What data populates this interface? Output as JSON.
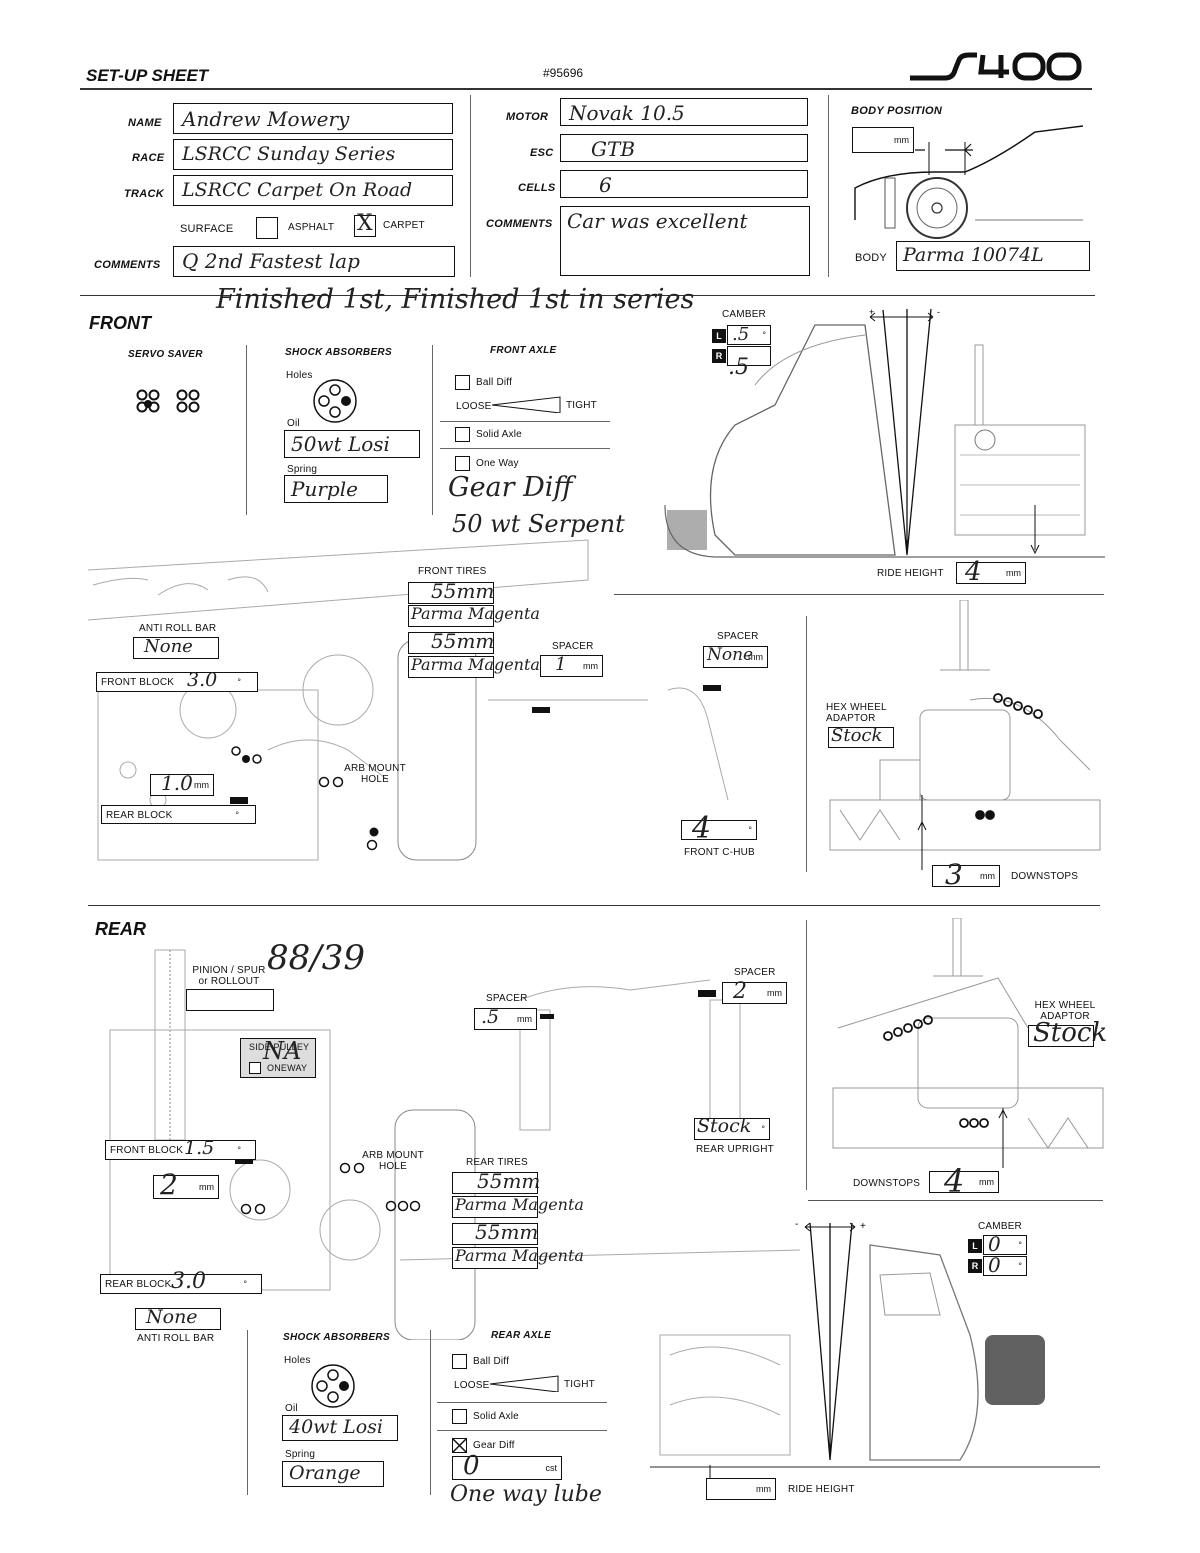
{
  "header": {
    "title": "SET-UP SHEET",
    "part_number": "#95696",
    "logo_text": "S400"
  },
  "info": {
    "name_label": "NAME",
    "name_value": "Andrew Mowery",
    "race_label": "RACE",
    "race_value": "LSRCC Sunday Series",
    "track_label": "TRACK",
    "track_value": "LSRCC Carpet On Road",
    "surface_label": "SURFACE",
    "asphalt_label": "ASPHALT",
    "carpet_label": "CARPET",
    "carpet_mark": "X",
    "comments_label": "COMMENTS",
    "comments_value": "Q 2nd Fastest lap",
    "motor_label": "MOTOR",
    "motor_value": "Novak 10.5",
    "esc_label": "ESC",
    "esc_value": "GTB",
    "cells_label": "CELLS",
    "cells_value": "6",
    "comments2_label": "COMMENTS",
    "comments2_value": "Car was excellent",
    "body_position_label": "BODY POSITION",
    "body_position_unit": "mm",
    "body_label": "BODY",
    "body_value": "Parma 10074L",
    "finish_note": "Finished 1st, Finished 1st in series"
  },
  "front": {
    "section_title": "FRONT",
    "servo_saver_label": "SERVO SAVER",
    "shock_absorbers_label": "SHOCK ABSORBERS",
    "holes_label": "Holes",
    "oil_label": "Oil",
    "oil_value": "50wt Losi",
    "spring_label": "Spring",
    "spring_value": "Purple",
    "front_axle_label": "FRONT AXLE",
    "ball_diff_label": "Ball Diff",
    "loose_label": "LOOSE",
    "tight_label": "TIGHT",
    "solid_axle_label": "Solid Axle",
    "one_way_label": "One Way",
    "gear_diff_note": "Gear Diff",
    "gear_diff_oil_note": "50 wt Serpent",
    "camber_label": "CAMBER",
    "camber_l": ".5",
    "camber_r": ".5",
    "camber_unit": "°",
    "ride_height_label": "RIDE HEIGHT",
    "ride_height_value": "4",
    "ride_height_unit": "mm",
    "front_tires_label": "FRONT TIRES",
    "tire_l_size": "55mm",
    "tire_l_brand": "Parma Magenta",
    "tire_r_size": "55mm",
    "tire_r_brand": "Parma Magenta",
    "spacer1_label": "SPACER",
    "spacer1_value": "1",
    "spacer1_unit": "mm",
    "spacer2_label": "SPACER",
    "spacer2_value": "None",
    "spacer2_unit": "mm",
    "anti_roll_bar_label": "ANTI ROLL BAR",
    "anti_roll_bar_value": "None",
    "front_block_label": "FRONT BLOCK",
    "front_block_value": "3.0",
    "rear_block_label": "REAR BLOCK",
    "block_spacer_value": "1.0",
    "block_spacer_unit": "mm",
    "arb_mount_label": "ARB MOUNT HOLE",
    "hex_adaptor_label": "HEX WHEEL ADAPTOR",
    "hex_adaptor_value": "Stock",
    "chub_label": "FRONT C-HUB",
    "chub_value": "4",
    "downstops_label": "DOWNSTOPS",
    "downstops_value": "3",
    "downstops_unit": "mm",
    "degree": "°"
  },
  "rear": {
    "section_title": "REAR",
    "pinion_label": "PINION / SPUR or ROLLOUT",
    "pinion_value": "88/39",
    "side_pulley_label": "SIDE PULLEY",
    "side_pulley_value": "NA",
    "oneway_label": "ONEWAY",
    "spacer1_label": "SPACER",
    "spacer1_value": ".5",
    "spacer1_unit": "mm",
    "spacer2_label": "SPACER",
    "spacer2_value": "2",
    "spacer2_unit": "mm",
    "hex_adaptor_label": "HEX WHEEL ADAPTOR",
    "hex_adaptor_value": "Stock",
    "rear_upright_label": "REAR UPRIGHT",
    "rear_upright_value": "Stock",
    "front_block_label": "FRONT BLOCK",
    "front_block_value": "1.5",
    "block_spacer_value": "2",
    "block_spacer_unit": "mm",
    "arb_mount_label": "ARB MOUNT HOLE",
    "rear_tires_label": "REAR TIRES",
    "tire_l_size": "55mm",
    "tire_l_brand": "Parma Magenta",
    "tire_r_size": "55mm",
    "tire_r_brand": "Parma Magenta",
    "downstops_label": "DOWNSTOPS",
    "downstops_value": "4",
    "downstops_unit": "mm",
    "camber_label": "CAMBER",
    "camber_l": "0",
    "camber_r": "0",
    "rear_block_label": "REAR BLOCK",
    "rear_block_value": "3.0",
    "anti_roll_bar_label": "ANTI ROLL BAR",
    "anti_roll_bar_value": "None",
    "shock_absorbers_label": "SHOCK ABSORBERS",
    "holes_label": "Holes",
    "oil_label": "Oil",
    "oil_value": "40wt Losi",
    "spring_label": "Spring",
    "spring_value": "Orange",
    "rear_axle_label": "REAR AXLE",
    "ball_diff_label": "Ball Diff",
    "loose_label": "LOOSE",
    "tight_label": "TIGHT",
    "solid_axle_label": "Solid Axle",
    "gear_diff_label": "Gear Diff",
    "gear_diff_value": "0",
    "gear_diff_unit": "cst",
    "oneway_note": "One way lube",
    "ride_height_label": "RIDE HEIGHT",
    "ride_height_unit": "mm",
    "degree": "°"
  }
}
